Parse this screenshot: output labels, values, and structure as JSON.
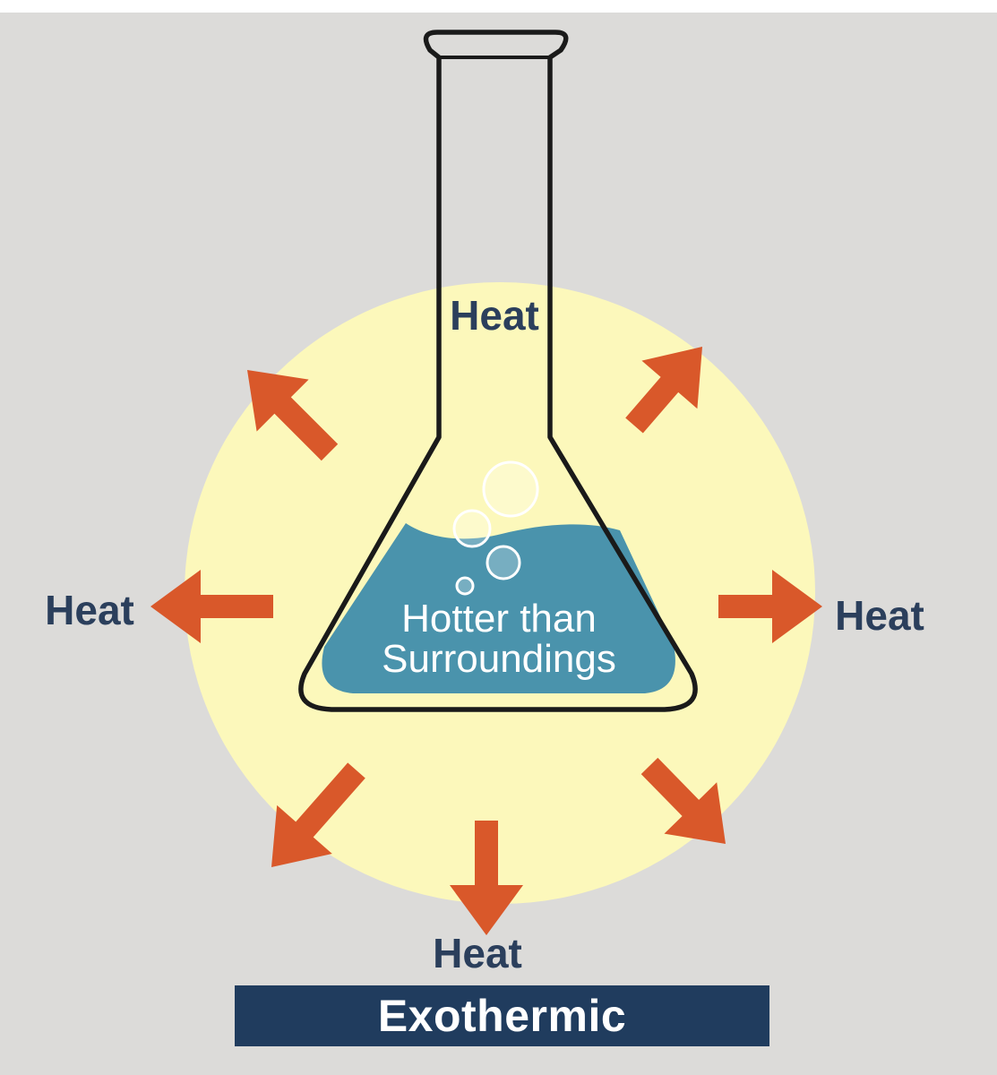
{
  "diagram": {
    "heat_labels": {
      "top": "Heat",
      "left": "Heat",
      "right": "Heat",
      "bottom": "Heat"
    },
    "flask_text": {
      "line1": "Hotter than",
      "line2": "Surroundings"
    },
    "banner_label": "Exothermic"
  },
  "colors": {
    "background": "#dcdbd9",
    "glow": "#fcf8bb",
    "arrow": "#d9582a",
    "flask_outline": "#1a1a1a",
    "liquid": "#4a93ac",
    "bubble": "#ffffff",
    "label_text": "#2b3f5c",
    "liquid_text": "#ffffff",
    "banner_bg": "#203c5e",
    "banner_text": "#ffffff"
  },
  "icons": {
    "arrow": "arrow-icon",
    "flask": "flask-icon",
    "bubble": "bubble-icon"
  }
}
